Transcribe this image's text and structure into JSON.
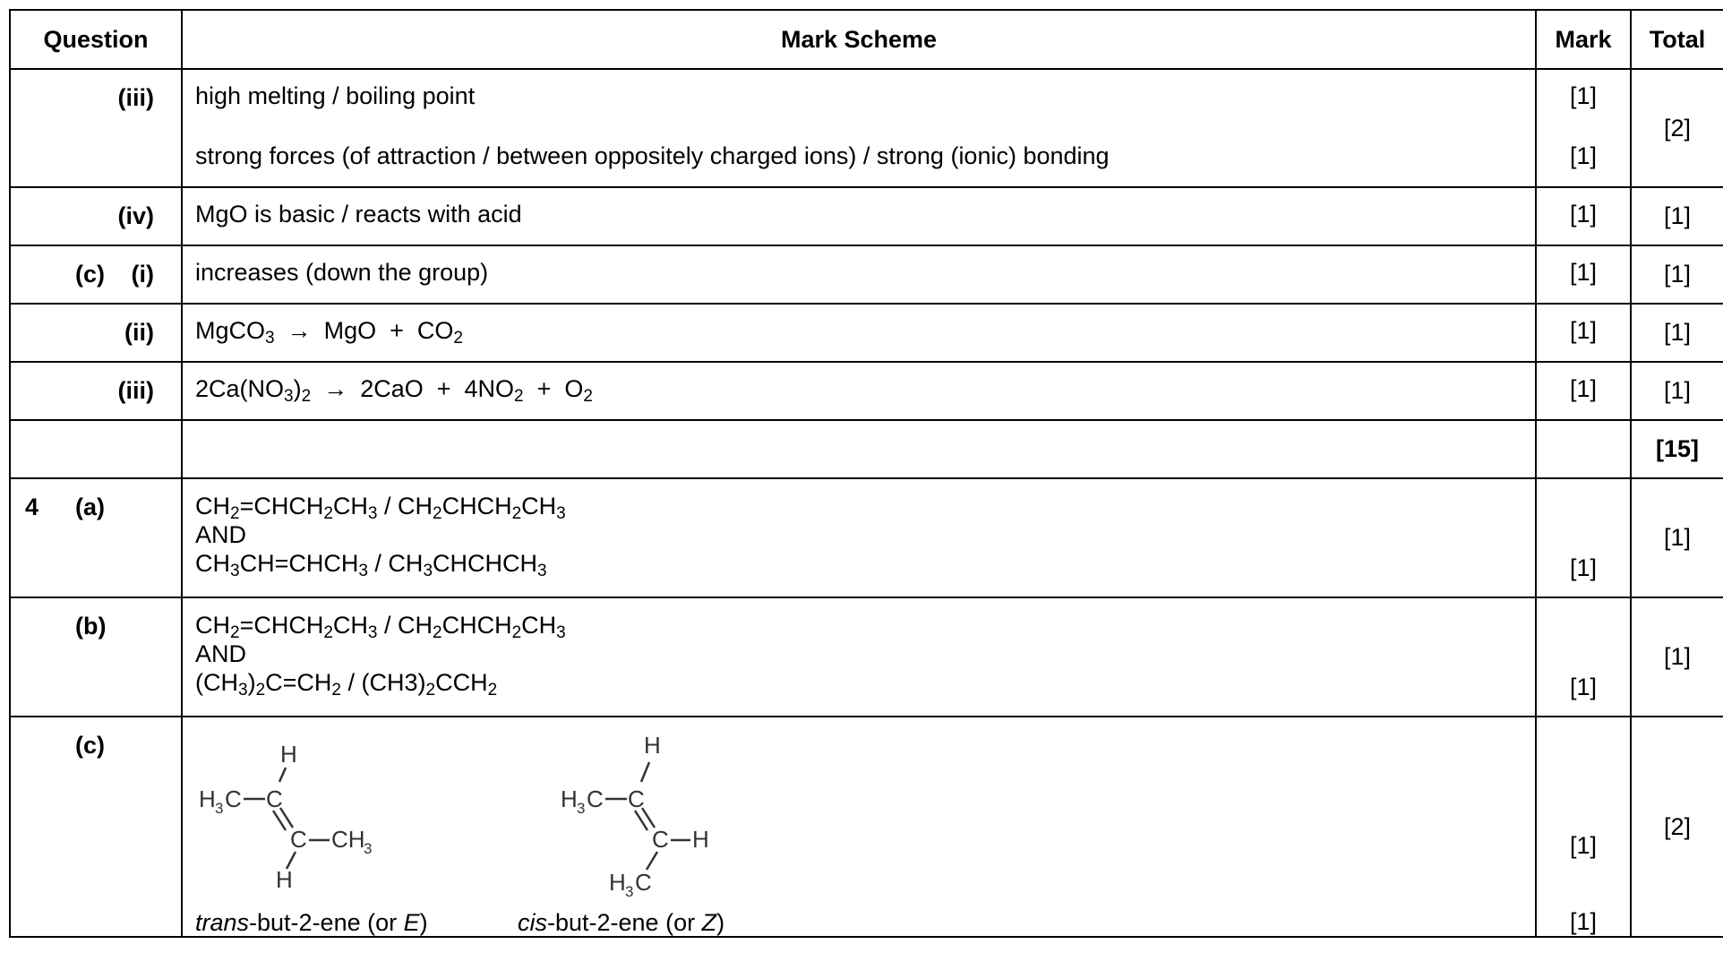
{
  "header": {
    "question": "Question",
    "mark_scheme": "Mark Scheme",
    "mark": "Mark",
    "total": "Total"
  },
  "rows": {
    "r1": {
      "q": "(iii)",
      "line1": "high melting / boiling point",
      "line2": "strong forces (of attraction / between oppositely charged ions) / strong (ionic) bonding",
      "mark1": "[1]",
      "mark2": "[1]",
      "total": "[2]"
    },
    "r2": {
      "q": "(iv)",
      "line1": "MgO is basic / reacts with acid",
      "mark": "[1]",
      "total": "[1]"
    },
    "r3": {
      "q_part": "(c)",
      "q_sub": "(i)",
      "line1": "increases (down the group)",
      "mark": "[1]",
      "total": "[1]"
    },
    "r4": {
      "q": "(ii)",
      "mark": "[1]",
      "total": "[1]"
    },
    "r5": {
      "q": "(iii)",
      "mark": "[1]",
      "total": "[1]"
    },
    "r6": {
      "total": "[15]"
    },
    "r7": {
      "q_num": "4",
      "q_part": "(a)",
      "and": "AND",
      "mark": "[1]",
      "total": "[1]"
    },
    "r8": {
      "q_part": "(b)",
      "and": "AND",
      "mark": "[1]",
      "total": "[1]"
    },
    "r9": {
      "q_part": "(c)",
      "label1_italic": "trans",
      "label1_rest": "-but-2-ene (or ",
      "label1_letter": "E",
      "label1_close": ")",
      "label2_italic": "cis",
      "label2_rest": "-but-2-ene (or ",
      "label2_letter": "Z",
      "label2_close": ")",
      "mark1": "[1]",
      "mark2": "[1]",
      "total": "[2]"
    }
  }
}
